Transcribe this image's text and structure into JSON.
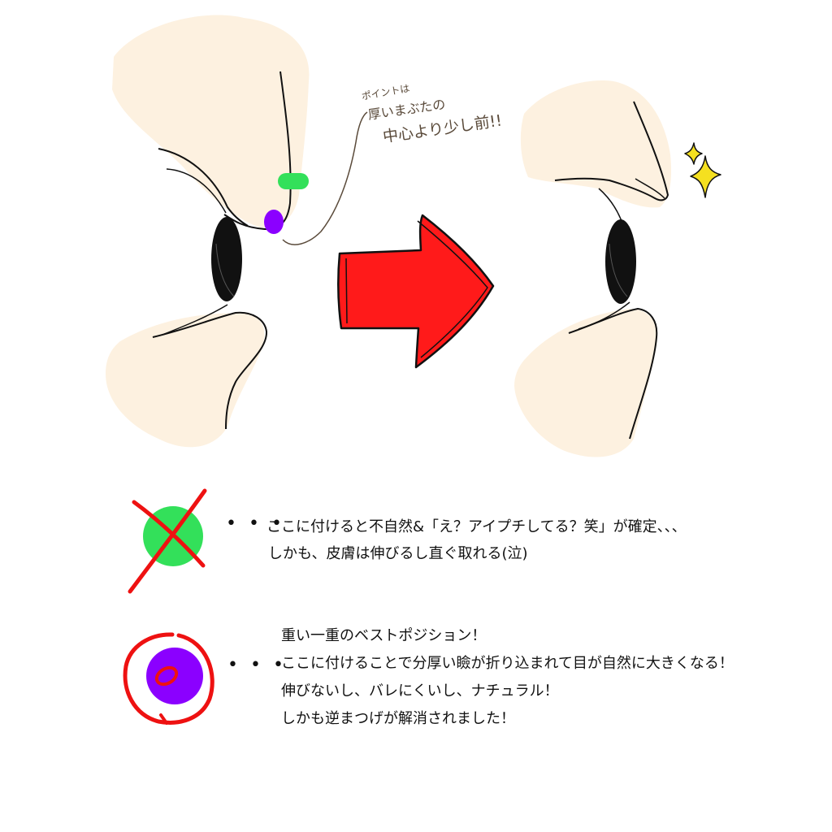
{
  "annotation": {
    "line1": "ポイントは",
    "line2": "厚いまぶたの",
    "line3": "中心より少し前!!"
  },
  "bad_point": {
    "ellipsis": "• • •",
    "line1": "ここに付けると不自然&「え？アイプチしてる？笑」が確定、、、",
    "line2": "しかも、皮膚は伸びるし直ぐ取れる(泣)",
    "dot_color": "#33e05a",
    "mark_color": "#ee1111"
  },
  "good_point": {
    "ellipsis": "• • •",
    "line1": "重い一重のベストポジション！",
    "line2": "ここに付けることで分厚い瞼が折り込まれて目が自然に大きくなる！",
    "line3": "伸びないし、バレにくいし、ナチュラル！",
    "line4": "しかも逆まつげが解消されました！",
    "dot_color": "#8b00ff",
    "mark_color": "#ee1111"
  },
  "colors": {
    "skin": "#fdf1e0",
    "arrow": "#ff1a1a",
    "sparkle": "#f5e020",
    "ink": "#111111"
  }
}
